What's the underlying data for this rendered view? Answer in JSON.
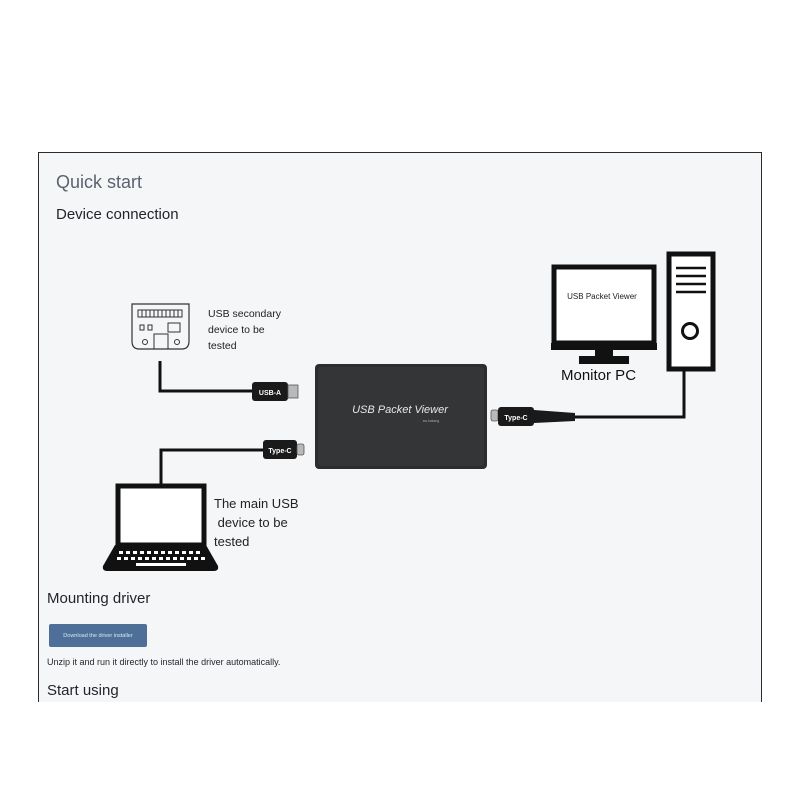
{
  "header": {
    "title": "Quick start"
  },
  "sections": {
    "device_connection": "Device connection",
    "mounting_driver": "Mounting driver",
    "start_using": "Start using"
  },
  "diagram": {
    "secondary_device_label": [
      "USB secondary",
      "device to be",
      "tested"
    ],
    "main_device_label": [
      "The main USB",
      " device to be",
      "tested"
    ],
    "monitor_label": "Monitor PC",
    "monitor_screen_text": "USB Packet Viewer",
    "box_label": "USB Packet Viewer",
    "box_sublabel": "sw.hokang",
    "connector_usb_a": "USB-A",
    "connector_type_c_left": "Type-C",
    "connector_type_c_right": "Type-C"
  },
  "driver": {
    "download_button": "Download the driver installer",
    "instructions": "Unzip it and run it directly to install the driver automatically."
  }
}
